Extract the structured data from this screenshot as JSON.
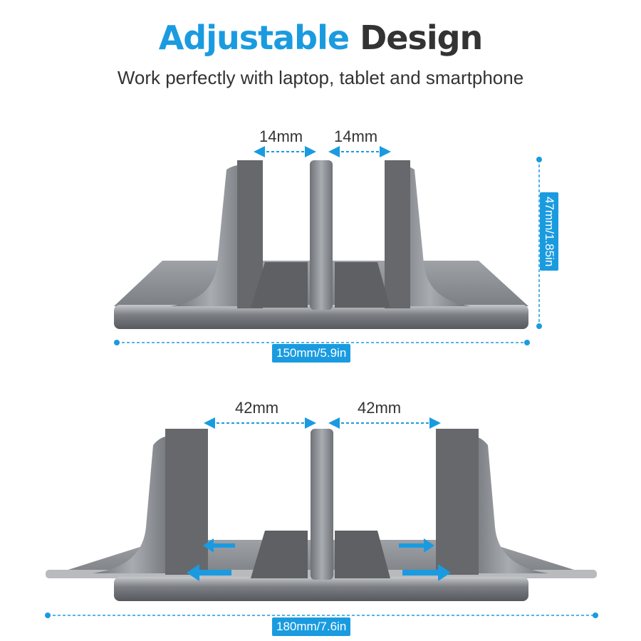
{
  "header": {
    "title_highlight": "Adjustable",
    "title_rest": "Design",
    "subtitle": "Work perfectly with laptop, tablet and smartphone"
  },
  "colors": {
    "accent": "#1a9be0",
    "text_dark": "#333333",
    "metal": "#8e9196",
    "pad": "#5f6064"
  },
  "top_stand": {
    "gap_left": "14mm",
    "gap_right": "14mm",
    "width_label": "150mm/5.9in",
    "height_label": "47mm/1.85in"
  },
  "bottom_stand": {
    "gap_left": "42mm",
    "gap_right": "42mm",
    "width_label": "180mm/7.6in"
  }
}
